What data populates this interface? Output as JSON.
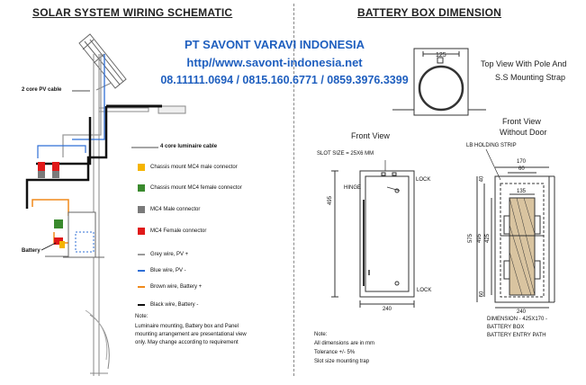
{
  "left_panel": {
    "title": "SOLAR SYSTEM WIRING SCHEMATIC",
    "pv_cable_label": "2 core PV cable",
    "luminaire_cable_label": "4 core luminaire cable",
    "battery_label": "Battery",
    "legend": [
      {
        "label": "Chassis mount MC4 male connector",
        "color": "#f5b400",
        "kind": "box",
        "icon": "orange-square"
      },
      {
        "label": "Chassis mount MC4 female connector",
        "color": "#3a8a2e",
        "kind": "box",
        "icon": "green-square"
      },
      {
        "label": "MC4 Male connector",
        "color": "#7a7a7a",
        "kind": "box",
        "icon": "grey-square"
      },
      {
        "label": "MC4 Female connector",
        "color": "#e01919",
        "kind": "box",
        "icon": "red-square"
      },
      {
        "label": "Grey wire, PV +",
        "color": "#9a9a9a",
        "kind": "line",
        "icon": "grey-line"
      },
      {
        "label": "Blue wire, PV -",
        "color": "#2f6fd6",
        "kind": "line",
        "icon": "blue-line"
      },
      {
        "label": "Brown wire, Battery +",
        "color": "#f08a1c",
        "kind": "line",
        "icon": "orange-line"
      },
      {
        "label": "Black wire, Battery -",
        "color": "#111111",
        "kind": "line",
        "icon": "black-line"
      }
    ],
    "note_title": "Note:",
    "note_lines": [
      "Luminaire mounting, Battery box and Panel",
      "mounting arrangement are presentational view",
      "only. May change according to requirement"
    ]
  },
  "company": {
    "name": "PT SAVONT VARAVI INDONESIA",
    "url": "http//www.savont-indonesia.net",
    "phones": "08.11111.0694  / 0815.160.6771  / 0859.3976.3399"
  },
  "right_panel": {
    "title": "BATTERY BOX DIMENSION",
    "top_view_label_1": "Top View With Pole And",
    "top_view_label_2": "S.S Mounting Strap",
    "top_dim": "125",
    "front_view_label": "Front View",
    "front_view_no_door_1": "Front View",
    "front_view_no_door_2": "Without Door",
    "slot_size": "SLOT SIZE = 25X6 MM",
    "hinge": "HINGE",
    "lock_top": "LOCK",
    "lock_bottom": "LOCK",
    "holding_strip": "LB HOLDING STRIP",
    "dim_495_left": "495",
    "dim_240_left": "240",
    "dim_170": "170",
    "dim_60_top": "60",
    "dim_40_top": "40",
    "dim_135": "135",
    "dim_575": "575",
    "dim_495_right": "495",
    "dim_425": "425",
    "dim_60_bottom": "60",
    "dim_240_right": "240",
    "dimension_lines": [
      "DIMENSION - 425X170 -",
      "BATTERY BOX",
      "BATTERY ENTRY PATH"
    ],
    "note_title": "Note:",
    "note_lines": [
      "All dimensions are in mm",
      "Tolerance +/- 5%",
      "Slot size mounting trap"
    ]
  }
}
